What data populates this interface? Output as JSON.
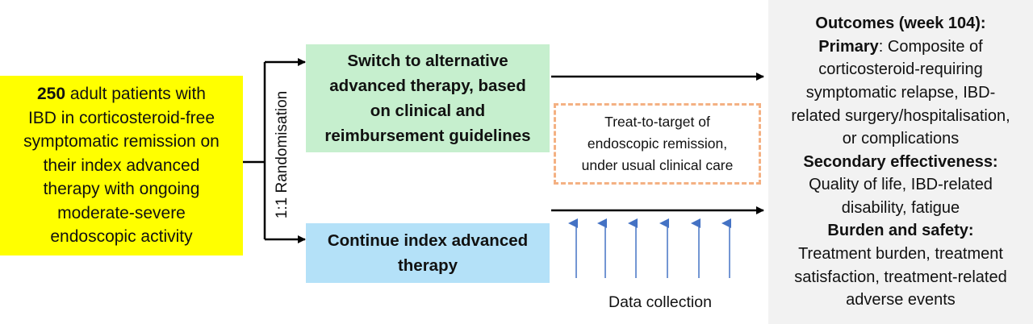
{
  "patients": {
    "count": "250",
    "lines": [
      " adult patients with",
      "IBD in corticosteroid-free",
      "symptomatic remission on",
      "their index advanced",
      "therapy with ongoing",
      "moderate-severe",
      "endoscopic activity"
    ]
  },
  "randomisation_label": "1:1 Randomisation",
  "switch_arm": {
    "lines": [
      "Switch to alternative",
      "advanced therapy, based",
      "on clinical and",
      "reimbursement guidelines"
    ]
  },
  "continue_arm": {
    "lines": [
      "Continue index advanced",
      "therapy"
    ]
  },
  "treat_to_target": {
    "lines": [
      "Treat-to-target of",
      "endoscopic remission,",
      "under usual clinical care"
    ]
  },
  "data_collection_label": "Data collection",
  "outcomes": {
    "title": "Outcomes (week 104):",
    "primary_label": "Primary",
    "primary_lines": [
      ": Composite of",
      "corticosteroid-requiring",
      "symptomatic relapse, IBD-",
      "related surgery/hospitalisation,",
      "or complications"
    ],
    "secondary_title": "Secondary effectiveness:",
    "secondary_lines": [
      "Quality of life, IBD-related",
      "disability, fatigue"
    ],
    "burden_title": "Burden and safety:",
    "burden_lines": [
      "Treatment burden, treatment",
      "satisfaction, treatment-related",
      "adverse events"
    ]
  },
  "colors": {
    "patients_fill": "#ffff00",
    "switch_fill": "#c6efce",
    "continue_fill": "#b4e1f8",
    "dashed_border": "#f4b183",
    "data_arrows": "#4472c4",
    "outcomes_fill": "#f2f2f2"
  }
}
